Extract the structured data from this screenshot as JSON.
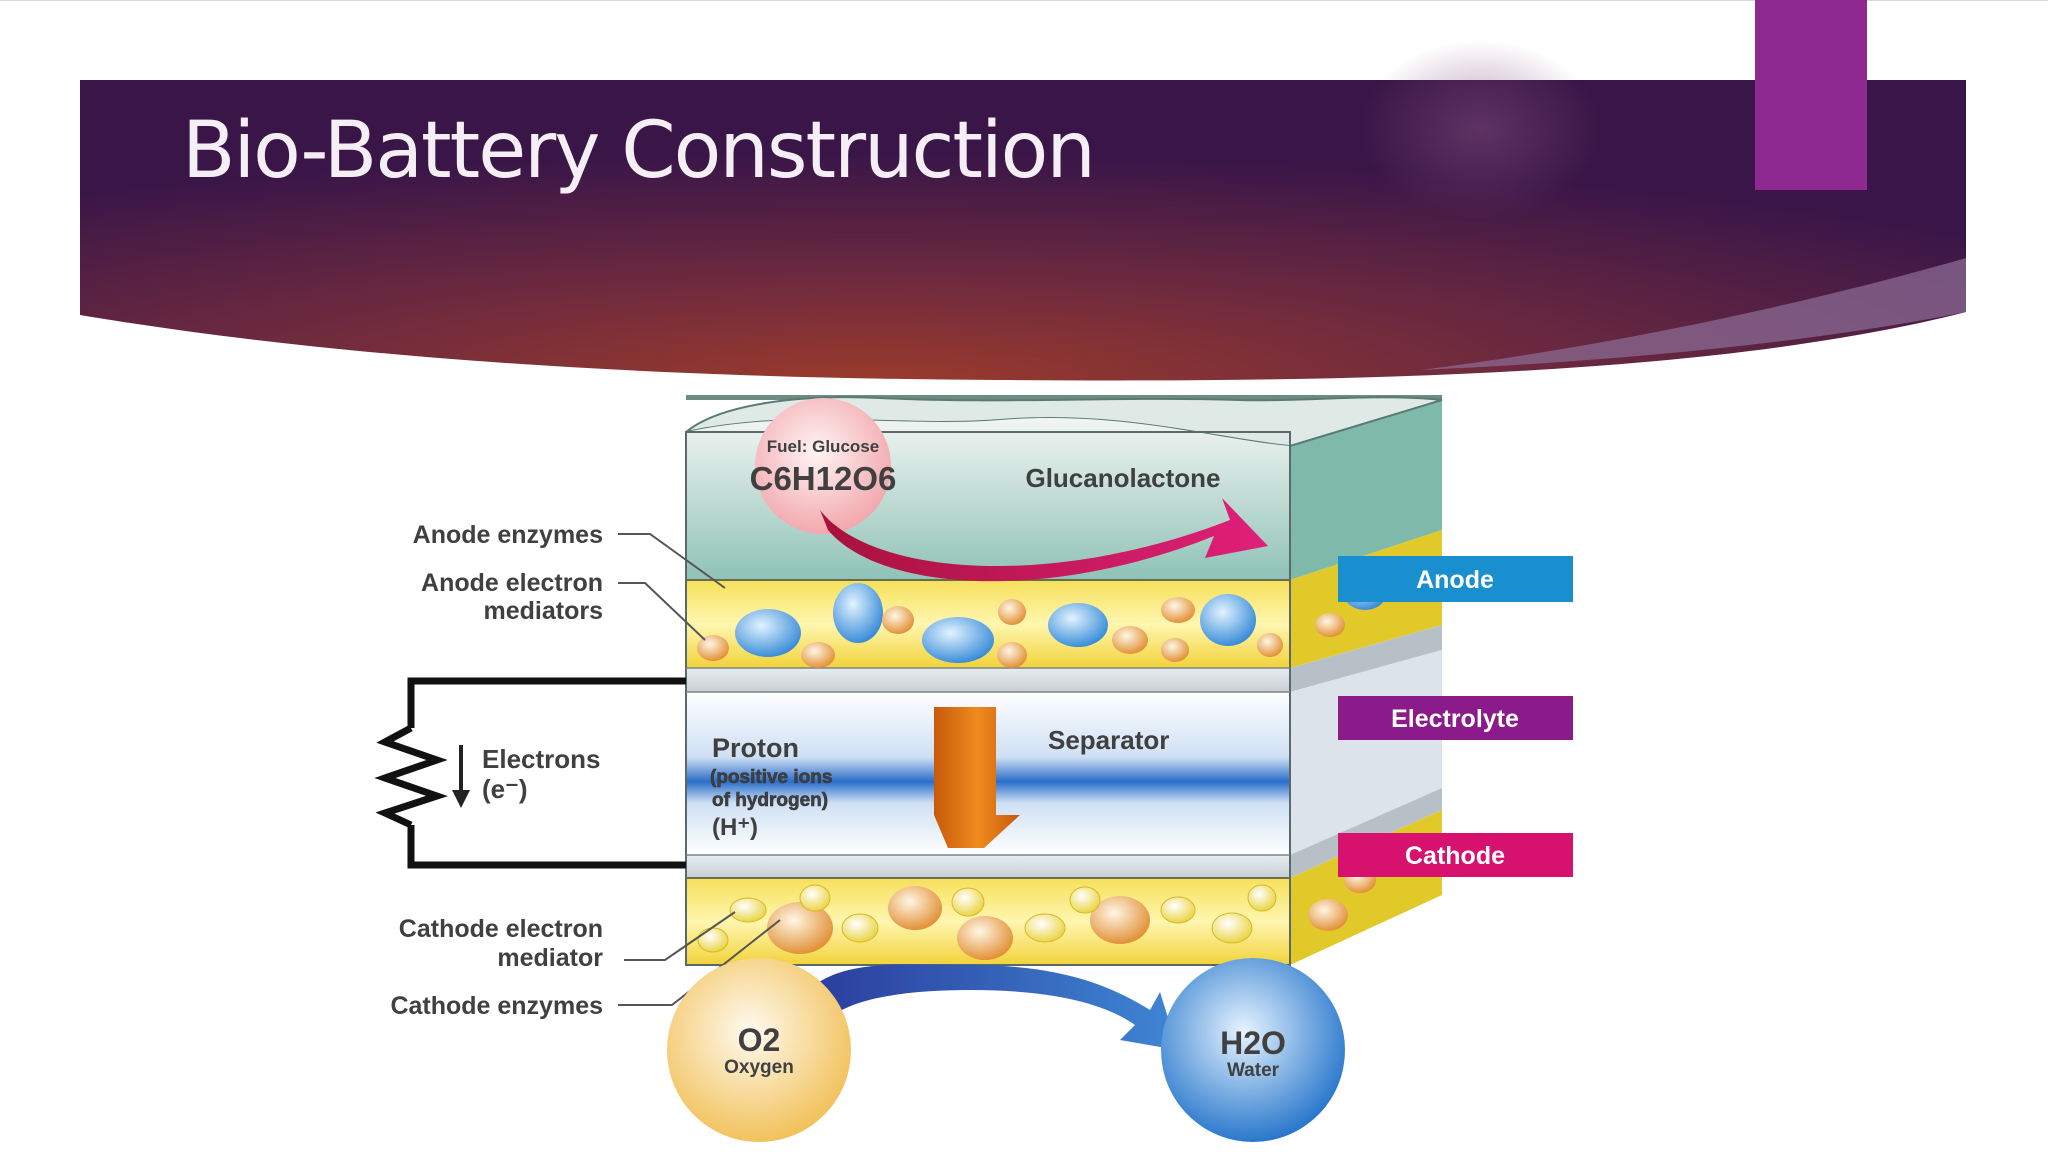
{
  "slide": {
    "title": "Bio-Battery Construction",
    "accent_color": "#8e2a8f"
  },
  "diagram": {
    "fuel_label": "Fuel: Glucose",
    "glucose_formula": "C6H12O6",
    "product": "Glucanolactone",
    "left_labels": {
      "anode_enzymes": "Anode enzymes",
      "anode_mediators_line1": "Anode electron",
      "anode_mediators_line2": "mediators",
      "cathode_mediator_line1": "Cathode electron",
      "cathode_mediator_line2": "mediator",
      "cathode_enzymes": "Cathode enzymes"
    },
    "electrons": {
      "label": "Electrons",
      "symbol": "(e⁻)"
    },
    "proton": {
      "title": "Proton",
      "note_line1": "(positive ions",
      "note_line2": "of hydrogen)",
      "symbol": "(H⁺)"
    },
    "separator": "Separator",
    "tags": {
      "anode": {
        "label": "Anode",
        "color": "#1a8fd0"
      },
      "electrolyte": {
        "label": "Electrolyte",
        "color": "#8b1a8a"
      },
      "cathode": {
        "label": "Cathode",
        "color": "#d6126e"
      }
    },
    "oxygen": {
      "formula": "O2",
      "name": "Oxygen"
    },
    "water": {
      "formula": "H2O",
      "name": "Water"
    }
  }
}
